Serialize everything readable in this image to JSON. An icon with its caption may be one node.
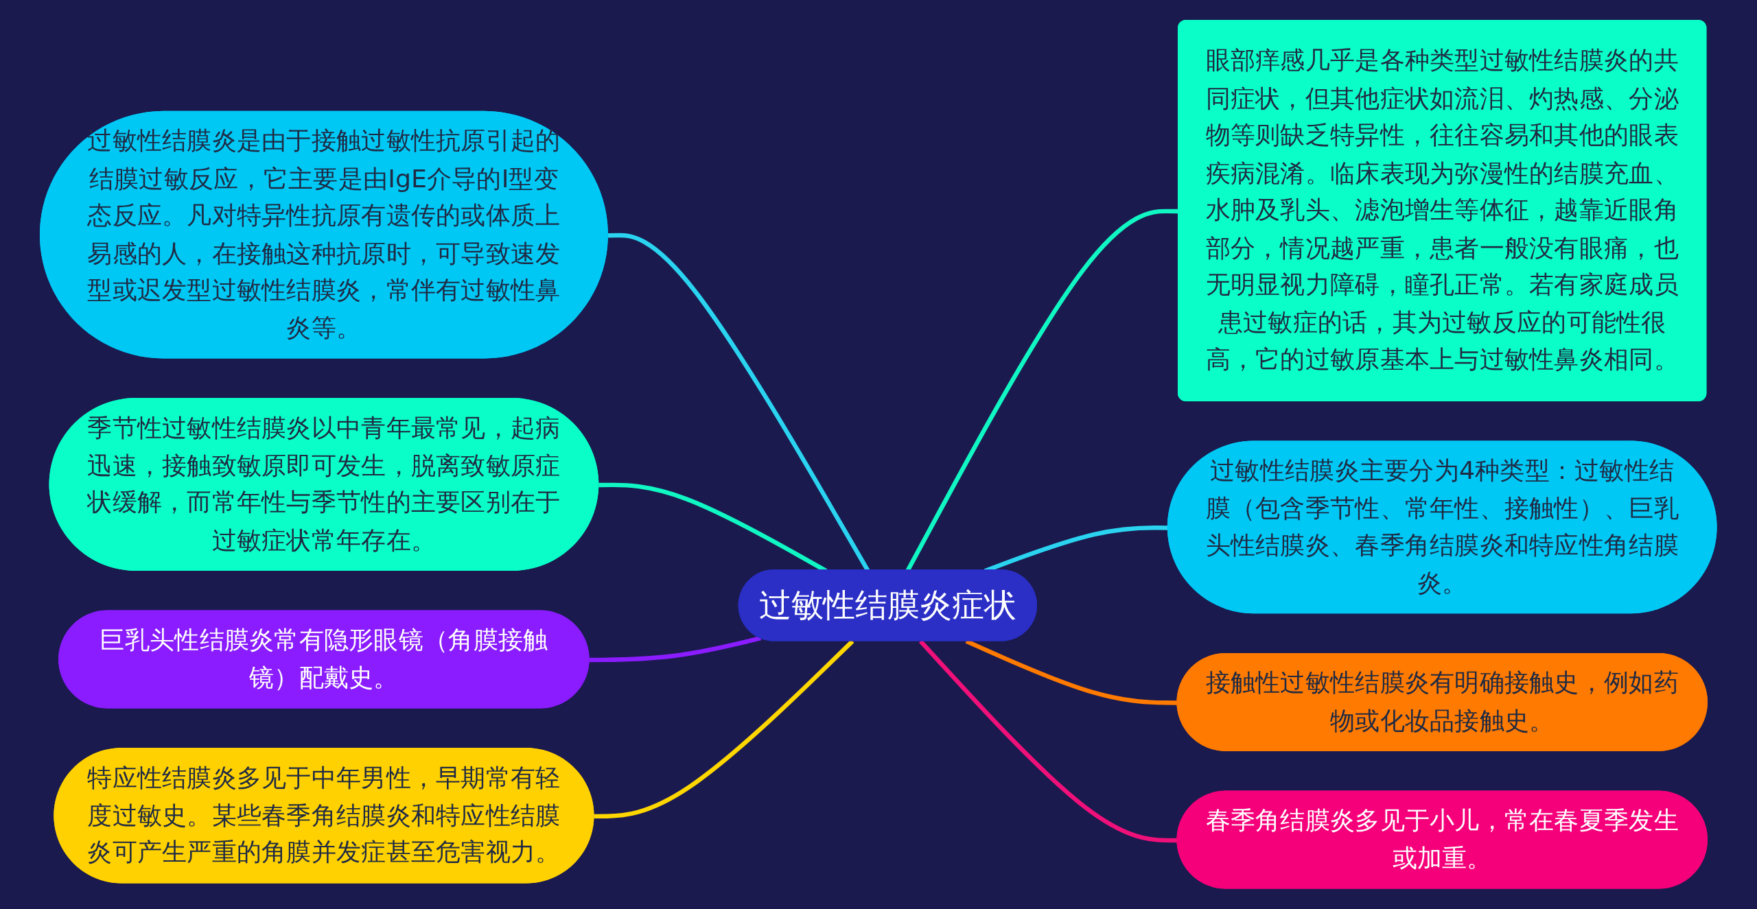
{
  "diagram": {
    "nodes": [
      {
        "text": [
          "过敏性结膜炎症状"
        ]
      },
      {
        "text": [
          "过敏性结膜炎是由于接触过敏性抗原引起的结膜过敏反应，它主要是由IgE介导的I型变态反应。凡对特异性抗原有遗传的或体质上易感的人，在接触这种抗原时，可导致速发型或迟发型过敏性结膜炎，常伴有过敏性鼻炎等。"
        ]
      },
      {
        "text": [
          "季节性过敏性结膜炎以中青年最常见，起病迅速，接触致敏原即可发生，脱离致敏原症状缓解，而常年性与季节性的主要区别在于过敏症状常年存在。"
        ]
      },
      {
        "text": [
          "巨乳头性结膜炎常有隐形眼镜（角膜接触镜）配戴史。"
        ]
      },
      {
        "text": [
          "特应性结膜炎多见于中年男性，早期常有轻度过敏史。某些春季角结膜炎和特应性结膜炎可产生严重的角膜并发症甚至危害视力。"
        ]
      },
      {
        "text": [
          "眼部痒感几乎是各种类型过敏性结膜炎的共同症状，但其他症状如流泪、灼热感、分泌物等则缺乏特异性，往往容易和其他的眼表疾病混淆。临床表现为弥漫性的结膜充血、水肿及乳头、滤泡增生等体征，越靠近眼角部分，情况越严重，患者一般没有眼痛，也无明显视力障碍，瞳孔正常。若有家庭成员患过敏症的话，其为过敏反应的可能性很高，它的过敏原基本上与过敏性鼻炎相同。"
        ]
      },
      {
        "text": [
          "过敏性结膜炎主要分为4种类型：过敏性结膜（包含季节性、常年性、接触性）、巨乳头性结膜炎、春季角结膜炎和特应性角结膜炎。"
        ]
      },
      {
        "text": [
          "接触性过敏性结膜炎有明确接触史，例如药物或化妆品接触史。"
        ]
      },
      {
        "text": [
          "春季角结膜炎多见于小儿，常在春夏季发生或加重。"
        ]
      }
    ],
    "edges": [
      {
        "from": 0,
        "to": 1,
        "arrow": "none",
        "color": "#2ad4f0"
      },
      {
        "from": 0,
        "to": 2,
        "arrow": "none",
        "color": "#10f7c4"
      },
      {
        "from": 0,
        "to": 3,
        "arrow": "none",
        "color": "#8a1cff"
      },
      {
        "from": 0,
        "to": 4,
        "arrow": "none",
        "color": "#ffd700"
      },
      {
        "from": 0,
        "to": 5,
        "arrow": "none",
        "color": "#10f7c4"
      },
      {
        "from": 0,
        "to": 6,
        "arrow": "none",
        "color": "#2ad4f0"
      },
      {
        "from": 0,
        "to": 7,
        "arrow": "none",
        "color": "#ff7a00"
      },
      {
        "from": 0,
        "to": 8,
        "arrow": "none",
        "color": "#f0107a"
      }
    ]
  }
}
